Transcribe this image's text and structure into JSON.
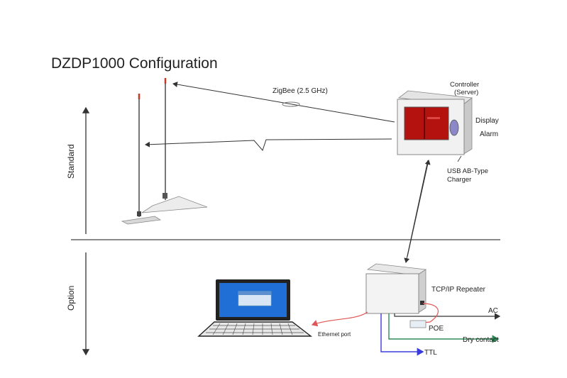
{
  "title": "DZDP1000 Configuration",
  "sections": {
    "standard": "Standard",
    "option": "Option"
  },
  "links": {
    "zigbee": "ZigBee (2.5 GHz)"
  },
  "controller": {
    "label_line1": "Controller",
    "label_line2": "(Server)",
    "display": "Display",
    "alarm": "Alarm",
    "usb_line1": "USB AB-Type",
    "usb_line2": "Charger"
  },
  "repeater": {
    "label": "TCP/IP Repeater"
  },
  "ports": {
    "ethernet": "Ethernet port",
    "ac": "AC",
    "poe": "POE",
    "dry_contact": "Dry contact",
    "ttl": "TTL"
  },
  "colors": {
    "display_red": "#b3120f",
    "laptop_screen": "#1f6fd6",
    "ethernet_cable": "#e05555",
    "dry_contact": "#2e8b57",
    "ttl": "#3b3bdb",
    "ac": "#333333"
  }
}
